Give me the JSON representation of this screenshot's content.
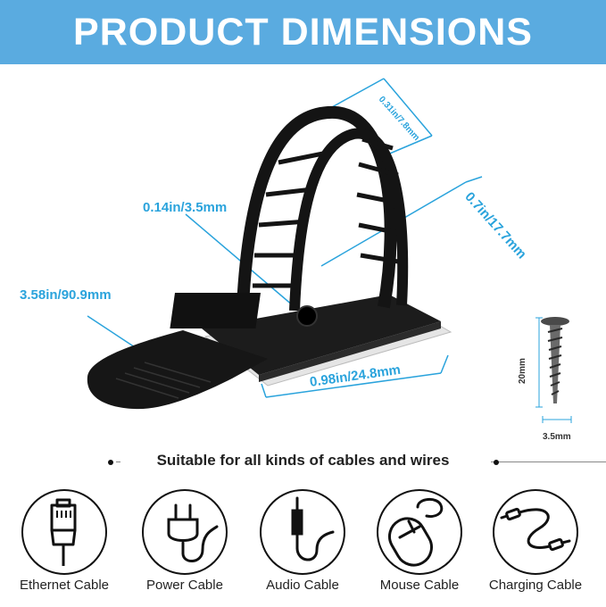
{
  "banner": {
    "title": "PRODUCT DIMENSIONS",
    "color": "#5aabe0"
  },
  "dimensions": {
    "strap_width": "0.31in/7.8mm",
    "hole": "0.14in/3.5mm",
    "length": "3.58in/90.9mm",
    "base_width": "0.7in/17.7mm",
    "base_length": "0.98in/24.8mm",
    "accent_color": "#2aa3dc"
  },
  "screw": {
    "height": "20mm",
    "width": "3.5mm"
  },
  "section": {
    "caption": "Suitable for all kinds of cables and wires"
  },
  "cables": [
    {
      "label": "Ethernet Cable",
      "icon": "ethernet-plug-icon"
    },
    {
      "label": "Power Cable",
      "icon": "power-plug-icon"
    },
    {
      "label": "Audio Cable",
      "icon": "audio-jack-icon"
    },
    {
      "label": "Mouse Cable",
      "icon": "mouse-icon"
    },
    {
      "label": "Charging Cable",
      "icon": "charging-cable-icon"
    }
  ]
}
